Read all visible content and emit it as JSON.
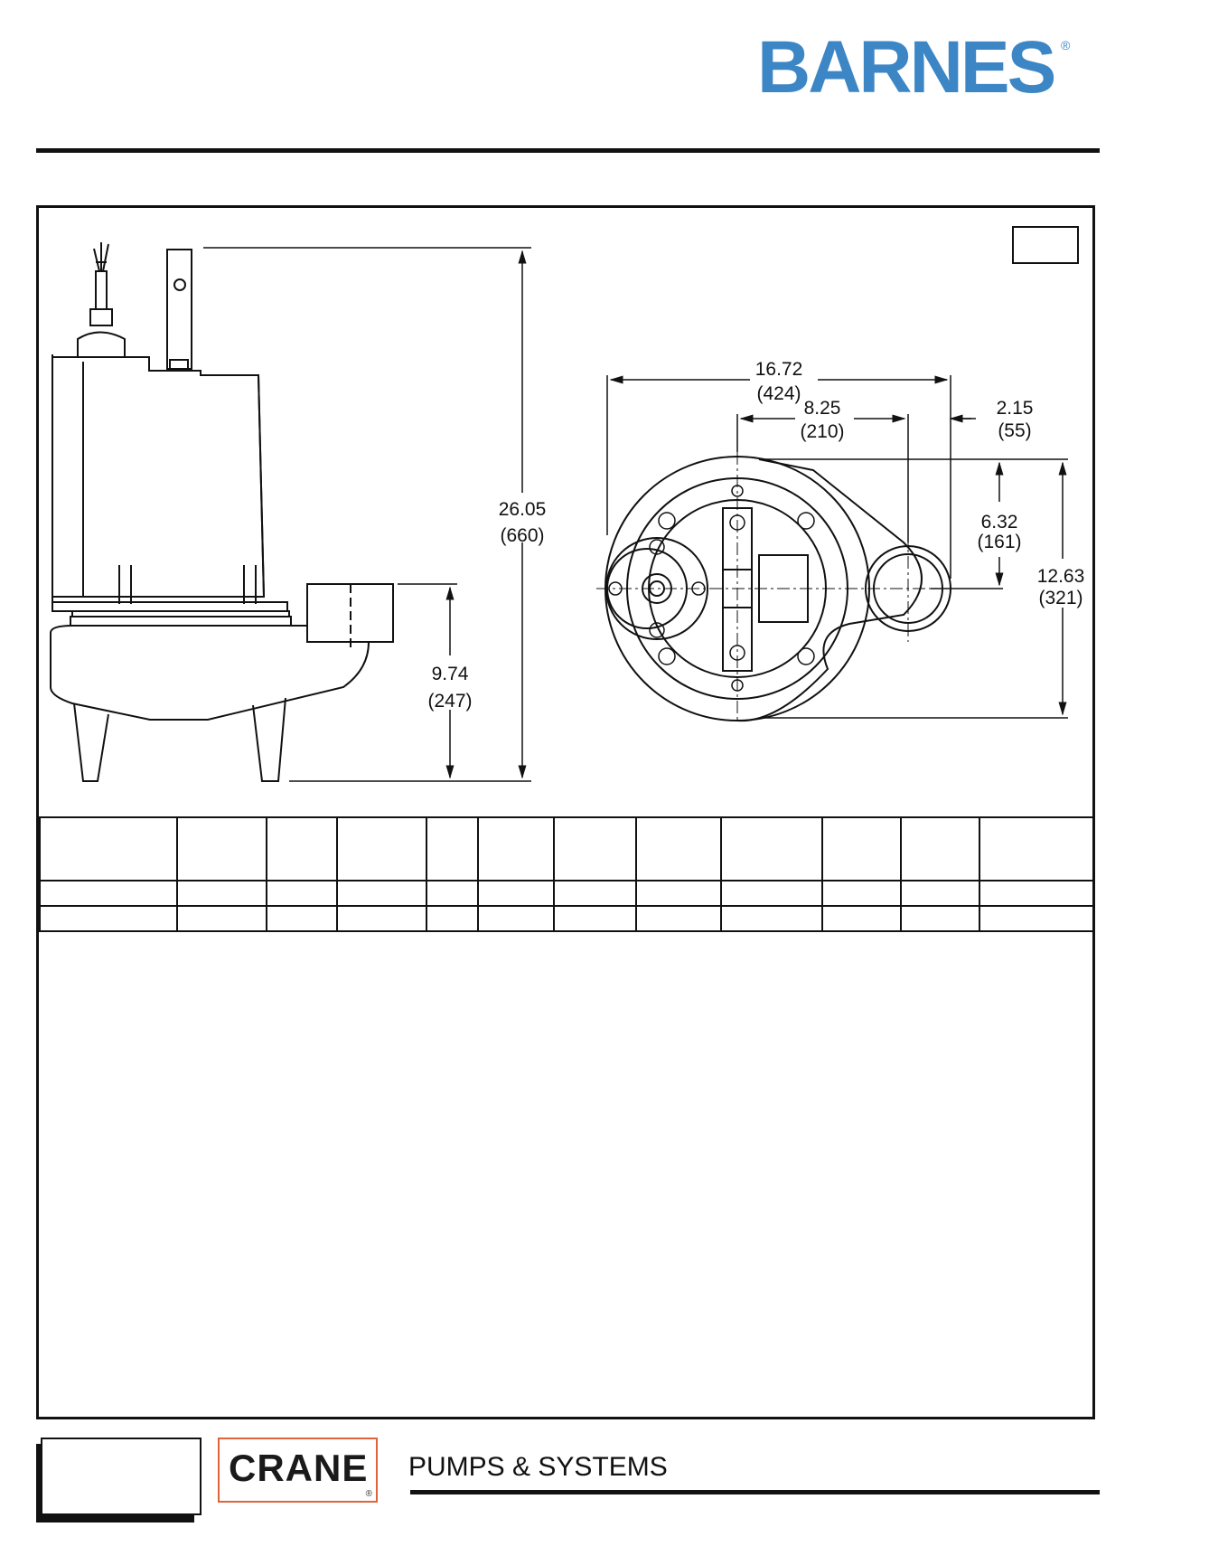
{
  "header": {
    "brand": "BARNES",
    "brand_reg": "®",
    "brand_color": "#3d86c6"
  },
  "drawing": {
    "side_view": {
      "overall_height": {
        "in": "26.05",
        "mm": "(660)"
      },
      "discharge_height": {
        "in": "9.74",
        "mm": "(247)"
      }
    },
    "top_view": {
      "overall_width": {
        "in": "16.72",
        "mm": "(424)"
      },
      "center_to_discharge": {
        "in": "8.25",
        "mm": "(210)"
      },
      "discharge_offset": {
        "in": "2.15",
        "mm": "(55)"
      },
      "discharge_center_height": {
        "in": "6.32",
        "mm": "(161)"
      },
      "overall_depth": {
        "in": "12.63",
        "mm": "(321)"
      }
    }
  },
  "spec_table": {
    "columns": 12,
    "rows": 2
  },
  "footer": {
    "crane_logo": "CRANE",
    "crane_reg": "®",
    "crane_color": "#e0633a",
    "tagline": "PUMPS & SYSTEMS"
  }
}
